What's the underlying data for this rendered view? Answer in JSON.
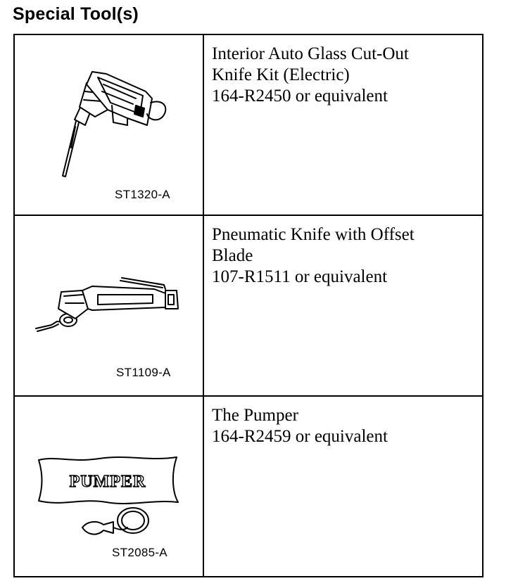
{
  "heading": "Special Tool(s)",
  "tools": [
    {
      "illustration": "electric-glass-knife-icon",
      "code": "ST1320-A",
      "name_lines": [
        "Interior Auto Glass Cut-Out",
        "Knife Kit (Electric)"
      ],
      "part": "164-R2450 or equivalent"
    },
    {
      "illustration": "pneumatic-knife-icon",
      "code": "ST1109-A",
      "name_lines": [
        "Pneumatic Knife with Offset",
        "Blade"
      ],
      "part": "107-R1511 or equivalent"
    },
    {
      "illustration": "pumper-bag-icon",
      "code": "ST2085-A",
      "label": "PUMPER",
      "name_lines": [
        "The Pumper"
      ],
      "part": "164-R2459 or equivalent"
    }
  ]
}
